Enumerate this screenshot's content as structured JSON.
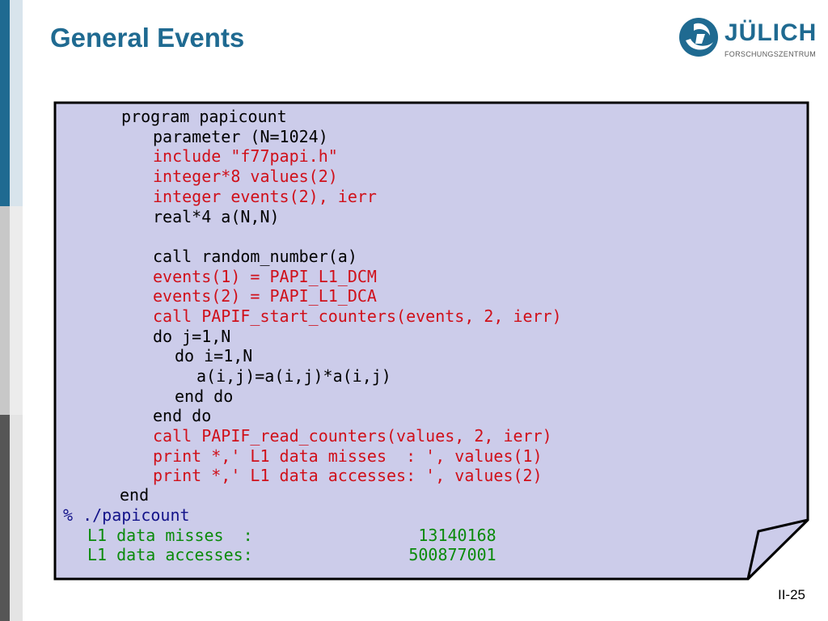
{
  "slide": {
    "title": "General Events",
    "page_number": "II-25"
  },
  "logo": {
    "name": "JÜLICH",
    "subtitle": "FORSCHUNGSZENTRUM"
  },
  "code": {
    "lines": [
      {
        "text": "program papicount",
        "color": "#000000"
      },
      {
        "text": "parameter (N=1024)",
        "color": "#000000"
      },
      {
        "text": "include \"f77papi.h\"",
        "color": "#d0101a"
      },
      {
        "text": "integer*8 values(2)",
        "color": "#d0101a"
      },
      {
        "text": "integer events(2), ierr",
        "color": "#d0101a"
      },
      {
        "text": "real*4 a(N,N)",
        "color": "#000000"
      },
      {
        "text": "",
        "color": "#000000"
      },
      {
        "text": "call random_number(a)",
        "color": "#000000"
      },
      {
        "text": "events(1) = PAPI_L1_DCM",
        "color": "#d0101a"
      },
      {
        "text": "events(2) = PAPI_L1_DCA",
        "color": "#d0101a"
      },
      {
        "text": "call PAPIF_start_counters(events, 2, ierr)",
        "color": "#d0101a"
      },
      {
        "text": "do j=1,N",
        "color": "#000000"
      },
      {
        "text": "do i=1,N",
        "color": "#000000"
      },
      {
        "text": "a(i,j)=a(i,j)*a(i,j)",
        "color": "#000000"
      },
      {
        "text": "end do",
        "color": "#000000"
      },
      {
        "text": "end do",
        "color": "#000000"
      },
      {
        "text": "call PAPIF_read_counters(values, 2, ierr)",
        "color": "#d0101a"
      },
      {
        "text": "print *,' L1 data misses  : ', values(1)",
        "color": "#d0101a"
      },
      {
        "text": "print *,' L1 data accesses: ', values(2)",
        "color": "#d0101a"
      },
      {
        "text": "end",
        "color": "#000000"
      },
      {
        "text": "% ./papicount",
        "color": "#14148a"
      },
      {
        "text": "L1 data misses  :                 13140168",
        "color": "#0a8a0a"
      },
      {
        "text": "L1 data accesses:                500877001",
        "color": "#0a8a0a"
      }
    ]
  },
  "colors": {
    "title": "#1f6a91",
    "box_fill": "#ccccea",
    "keyword_red": "#d0101a",
    "shell_blue": "#14148a",
    "output_green": "#0a8a0a"
  }
}
